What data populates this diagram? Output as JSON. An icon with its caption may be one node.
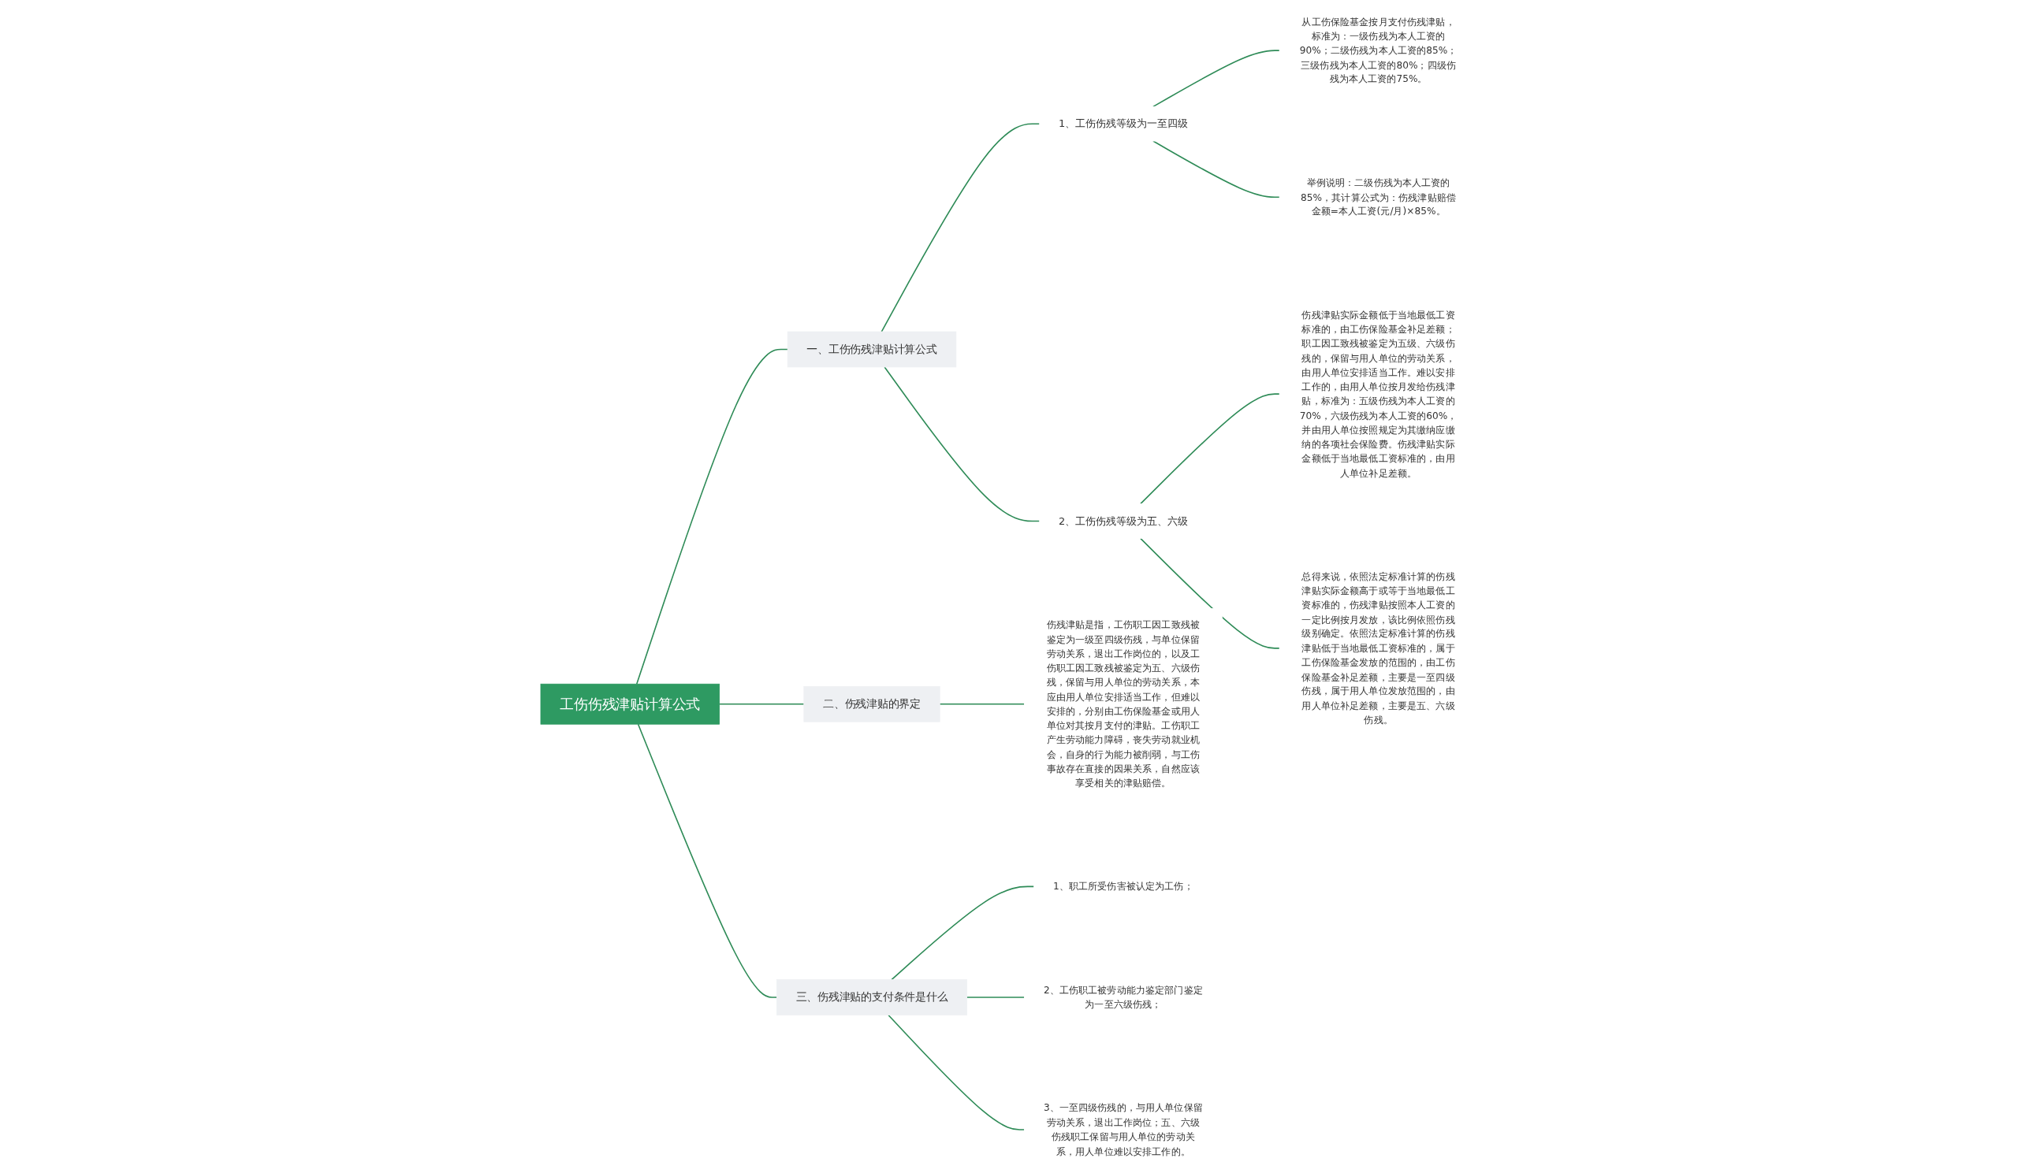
{
  "diagram": {
    "nodes": [
      {
        "text": [
          "工伤伤残津贴计算公式"
        ]
      },
      {
        "text": [
          "一、工伤伤残津贴计算公式"
        ]
      },
      {
        "text": [
          "1、工伤伤残等级为一至四级"
        ]
      },
      {
        "text": [
          "从工伤保险基金按月支付伤残津贴，标准为：一级伤残为本人工资的90%；二级伤残为本人工资的85%；三级伤残为本人工资的80%；四级伤残为本人工资的75%。"
        ]
      },
      {
        "text": [
          "举例说明：二级伤残为本人工资的85%，其计算公式为：伤残津贴赔偿金额=本人工资(元/月)×85%。"
        ]
      },
      {
        "text": [
          "2、工伤伤残等级为五、六级"
        ]
      },
      {
        "text": [
          "伤残津贴实际金额低于当地最低工资标准的，由工伤保险基金补足差额；职工因工致残被鉴定为五级、六级伤残的，保留与用人单位的劳动关系，由用人单位安排适当工作。难以安排工作的，由用人单位按月发给伤残津贴，标准为：五级伤残为本人工资的70%，六级伤残为本人工资的60%，并由用人单位按照规定为其缴纳应缴纳的各项社会保险费。伤残津贴实际金额低于当地最低工资标准的，由用人单位补足差额。"
        ]
      },
      {
        "text": [
          "总得来说，依照法定标准计算的伤残津贴实际金额高于或等于当地最低工资标准的，伤残津贴按照本人工资的一定比例按月发放，该比例依照伤残级别确定。依照法定标准计算的伤残津贴低于当地最低工资标准的，属于工伤保险基金发放的范围的，由工伤保险基金补足差额，主要是一至四级伤残，属于用人单位发放范围的，由用人单位补足差额，主要是五、六级伤残。"
        ]
      },
      {
        "text": [
          "二、伤残津贴的界定"
        ]
      },
      {
        "text": [
          "伤残津贴是指，工伤职工因工致残被鉴定为一级至四级伤残，与单位保留劳动关系，退出工作岗位的，以及工伤职工因工致残被鉴定为五、六级伤残，保留与用人单位的劳动关系，本应由用人单位安排适当工作，但难以安排的，分别由工伤保险基金或用人单位对其按月支付的津贴。工伤职工产生劳动能力障碍，丧失劳动就业机会，自身的行为能力被削弱，与工伤事故存在直接的因果关系，自然应该享受相关的津贴赔偿。"
        ]
      },
      {
        "text": [
          "三、伤残津贴的支付条件是什么"
        ]
      },
      {
        "text": [
          "1、职工所受伤害被认定为工伤；"
        ]
      },
      {
        "text": [
          "2、工伤职工被劳动能力鉴定部门鉴定为一至六级伤残；"
        ]
      },
      {
        "text": [
          "3、一至四级伤残的，与用人单位保留劳动关系，退出工作岗位；五、六级伤残职工保留与用人单位的劳动关系，用人单位难以安排工作的。"
        ]
      }
    ],
    "edges": [
      {
        "from": 0,
        "to": 1,
        "arrow": "none"
      },
      {
        "from": 1,
        "to": 2,
        "arrow": "none"
      },
      {
        "from": 2,
        "to": 3,
        "arrow": "none"
      },
      {
        "from": 2,
        "to": 4,
        "arrow": "none"
      },
      {
        "from": 1,
        "to": 5,
        "arrow": "none"
      },
      {
        "from": 5,
        "to": 6,
        "arrow": "none"
      },
      {
        "from": 5,
        "to": 7,
        "arrow": "none"
      },
      {
        "from": 0,
        "to": 8,
        "arrow": "none"
      },
      {
        "from": 8,
        "to": 9,
        "arrow": "none"
      },
      {
        "from": 0,
        "to": 10,
        "arrow": "none"
      },
      {
        "from": 10,
        "to": 11,
        "arrow": "none"
      },
      {
        "from": 10,
        "to": 12,
        "arrow": "none"
      },
      {
        "from": 10,
        "to": 13,
        "arrow": "none"
      }
    ]
  }
}
